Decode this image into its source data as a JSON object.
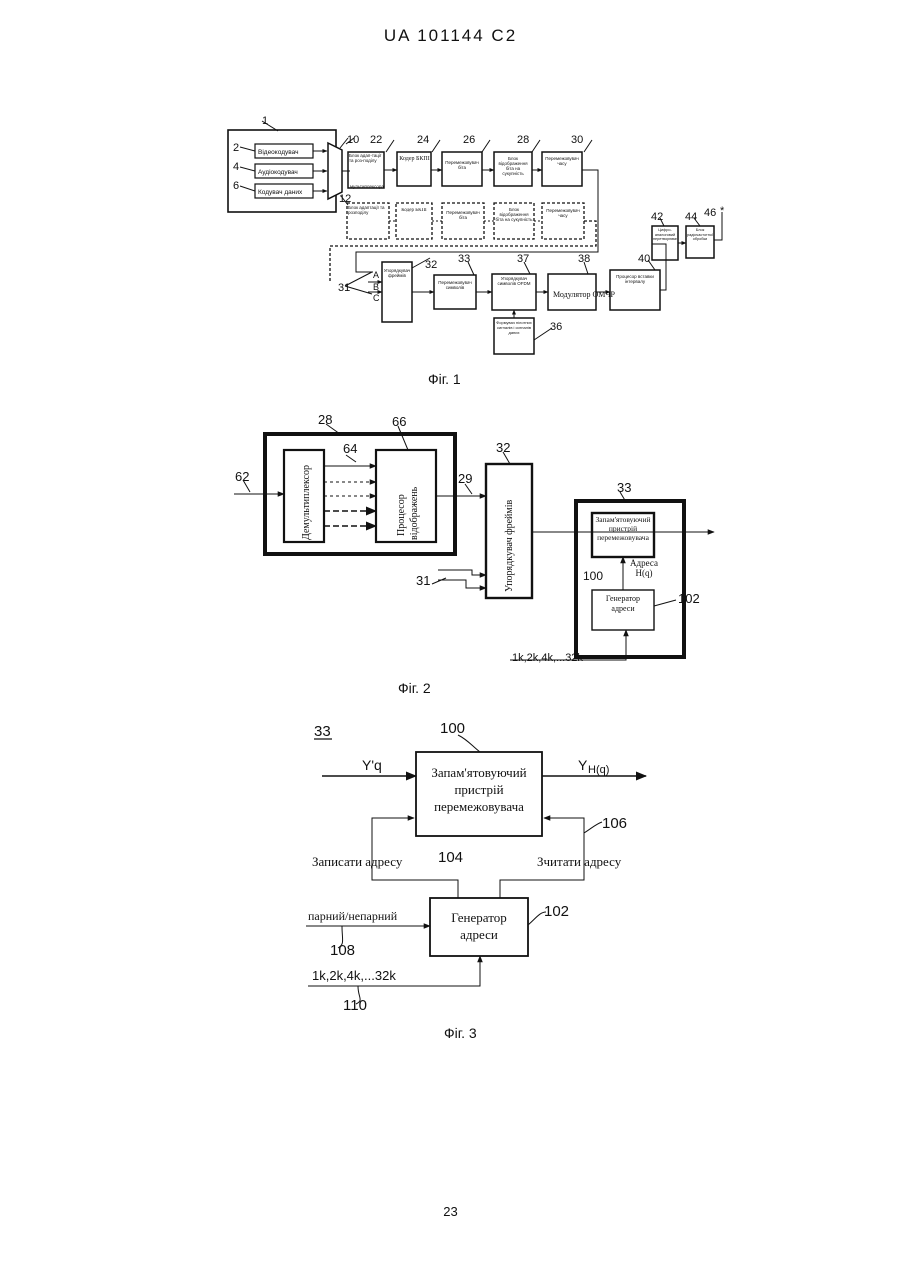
{
  "header": "UA   101144   C2",
  "page_number": "23",
  "fig1": {
    "caption": "Фіг. 1",
    "refs": {
      "r1": "1",
      "r2": "2",
      "r4": "4",
      "r6": "6",
      "r10": "10",
      "r12": "12",
      "r22": "22",
      "r24": "24",
      "r26": "26",
      "r28": "28",
      "r30": "30",
      "r31": "31",
      "r32": "32",
      "r33": "33",
      "r36": "36",
      "r37": "37",
      "r38": "38",
      "r40": "40",
      "r42": "42",
      "r44": "44",
      "r46": "46",
      "r46mark": "*"
    },
    "abc": [
      "A",
      "B",
      "C"
    ],
    "coders": [
      "Відеокодувач",
      "Аудіокодувач",
      "Кодувач даних"
    ],
    "mux": "мультиплексора",
    "row1": [
      "Блок адап-тації та роз-поділу",
      "Кодер БКПІ",
      "Перемежовувач біта",
      "Блок відображення біта на сукупність",
      "Перемежовувач часу"
    ],
    "row2": [
      "Блок адаптації та розподілу",
      "Кодер БКПІ",
      "Перемежовувач біта",
      "Блок відображення біта на сукупність",
      "Перемежовувач часу"
    ],
    "frame_builder": "Упорядкувач фреймів",
    "interleaver33": "Перемежовувач символів",
    "ofdm37": "Упорядкувач символів OFDM",
    "modulator38": "Модулятор OMЧР",
    "guard40": "Процесор вставки інтервалу",
    "dac42": "Цифро-аналоговий перетворювач",
    "rf44": "Блок радіочастотної обробки",
    "pilot36": "Формувач пілотних сигналів і сигналів даних"
  },
  "fig2": {
    "caption": "Фіг. 2",
    "refs": {
      "r28": "28",
      "r62": "62",
      "r64": "64",
      "r66": "66",
      "r29": "29",
      "r32": "32",
      "r31": "31",
      "r33": "33",
      "r100": "100",
      "r102": "102"
    },
    "demux": "Демультиплексор",
    "processor": "Процесор відображень",
    "frame_builder": "Упорядкувач фреймів",
    "memory": "Запам'ятовуючий пристрій перемежовувача",
    "address_label": "Адреса H(q)",
    "generator": "Генератор адреси",
    "modes": "1k,2k,4k,...32k"
  },
  "fig3": {
    "caption": "Фіг. 3",
    "label33": "33",
    "r100": "100",
    "r104": "104",
    "r106": "106",
    "r102": "102",
    "r108": "108",
    "r110": "110",
    "input": "Y'q",
    "output_main": "Y",
    "output_sub": "H(q)",
    "memory_lines": [
      "Запам'ятовуючий",
      "пристрій",
      "перемежовувача"
    ],
    "write_address": "Записати адресу",
    "read_address": "Зчитати адресу",
    "generator_lines": [
      "Генератор",
      "адреси"
    ],
    "odd_even": "парний/непарний",
    "modes": "1k,2k,4k,...32k"
  }
}
